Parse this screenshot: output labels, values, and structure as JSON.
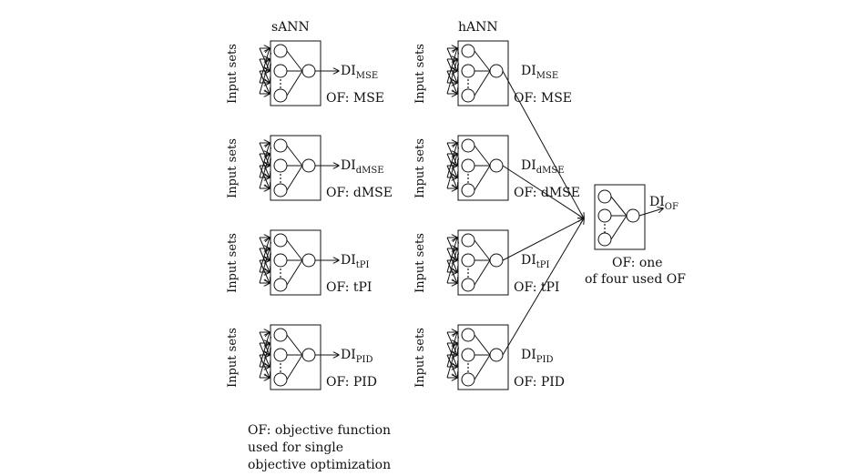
{
  "columns": [
    {
      "title": "sANN",
      "input_label": "Input sets",
      "networks": [
        {
          "output_main": "DI",
          "output_sub": "MSE",
          "of_label": "OF: MSE"
        },
        {
          "output_main": "DI",
          "output_sub": "dMSE",
          "of_label": "OF: dMSE"
        },
        {
          "output_main": "DI",
          "output_sub": "tPI",
          "of_label": "OF: tPI"
        },
        {
          "output_main": "DI",
          "output_sub": "PID",
          "of_label": "OF: PID"
        }
      ]
    },
    {
      "title": "hANN",
      "input_label": "Input sets",
      "networks": [
        {
          "output_main": "DI",
          "output_sub": "MSE",
          "of_label": "OF: MSE"
        },
        {
          "output_main": "DI",
          "output_sub": "dMSE",
          "of_label": "OF: dMSE"
        },
        {
          "output_main": "DI",
          "output_sub": "tPI",
          "of_label": "OF: tPI"
        },
        {
          "output_main": "DI",
          "output_sub": "PID",
          "of_label": "OF: PID"
        }
      ]
    }
  ],
  "combiner": {
    "output_main": "DI",
    "output_sub": "OF",
    "caption_line1": "OF: one",
    "caption_line2": "of four used OF"
  },
  "footnote": {
    "line1": "OF: objective function",
    "line2": "used for single",
    "line3": "objective optimization"
  }
}
